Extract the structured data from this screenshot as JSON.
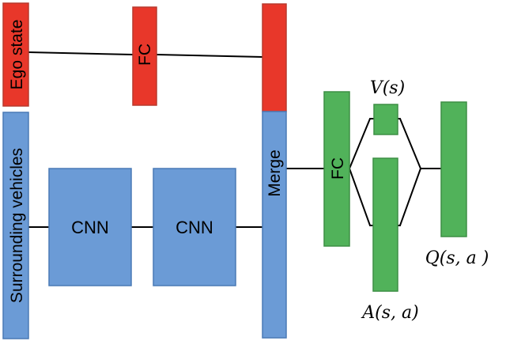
{
  "colors": {
    "red": "#E8372A",
    "blue": "#6B9BD6",
    "green": "#51B25A",
    "stroke_red": "#B83A2E",
    "stroke_blue": "#4A7AB5",
    "stroke_green": "#3D8F45"
  },
  "inputs": {
    "ego": "Ego state",
    "surrounding": "Surrounding vehicles"
  },
  "layers": {
    "fc_ego": "FC",
    "cnn1": "CNN",
    "cnn2": "CNN",
    "merge": "Merge",
    "fc_shared": "FC"
  },
  "outputs": {
    "value": "V(s)",
    "advantage": "A(s, a)",
    "q": "Q(s, a )"
  }
}
